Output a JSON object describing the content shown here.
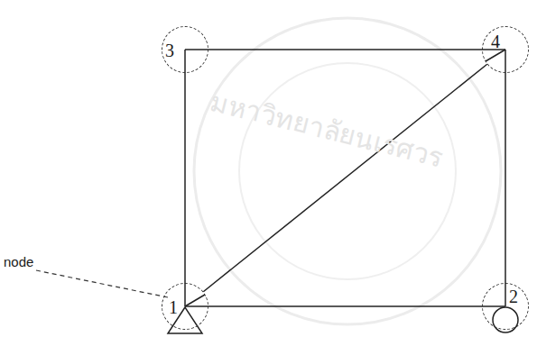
{
  "diagram": {
    "nodes": [
      {
        "text": [
          "1"
        ]
      },
      {
        "text": [
          "2"
        ]
      },
      {
        "text": [
          "3"
        ]
      },
      {
        "text": [
          "4"
        ]
      }
    ],
    "edges": [
      {
        "from": 0,
        "to": 1,
        "arrow": "none"
      },
      {
        "from": 0,
        "to": 2,
        "arrow": "none"
      },
      {
        "from": 2,
        "to": 3,
        "arrow": "none"
      },
      {
        "from": 1,
        "to": 3,
        "arrow": "none"
      },
      {
        "from": 0,
        "to": 3,
        "arrow": "none"
      }
    ],
    "labels": [
      "node",
      "มหาวิทยาลัยนเรศวร"
    ]
  }
}
